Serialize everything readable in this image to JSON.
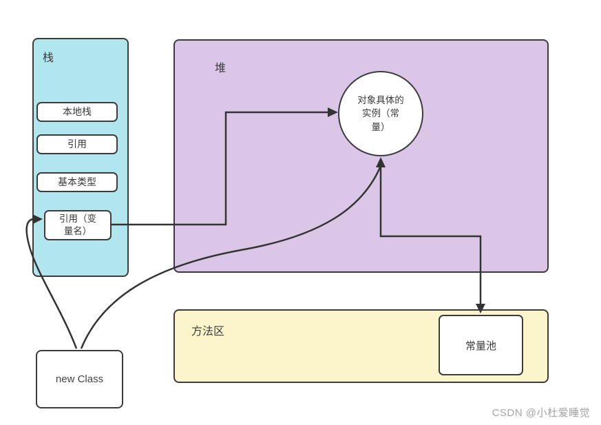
{
  "diagram": {
    "stack": {
      "title": "栈",
      "items": [
        "本地栈",
        "引用",
        "基本类型"
      ],
      "ref_var": {
        "lines": [
          "引用（变",
          "量名）"
        ]
      }
    },
    "heap": {
      "title": "堆",
      "instance": {
        "lines": [
          "对象具体的",
          "实例（常",
          "量）"
        ]
      }
    },
    "method_area": {
      "title": "方法区",
      "constant_pool": "常量池"
    },
    "new_class_label": "new Class",
    "watermark": "CSDN @小杜爱睡觉"
  },
  "colors": {
    "stack_fill": "#b2e6ee",
    "heap_fill": "#dcc6e8",
    "method_area_fill": "#fcf5cc",
    "node_fill": "#ffffff",
    "stroke": "#3b3b3b",
    "watermark_text": "#a9a9a9"
  }
}
